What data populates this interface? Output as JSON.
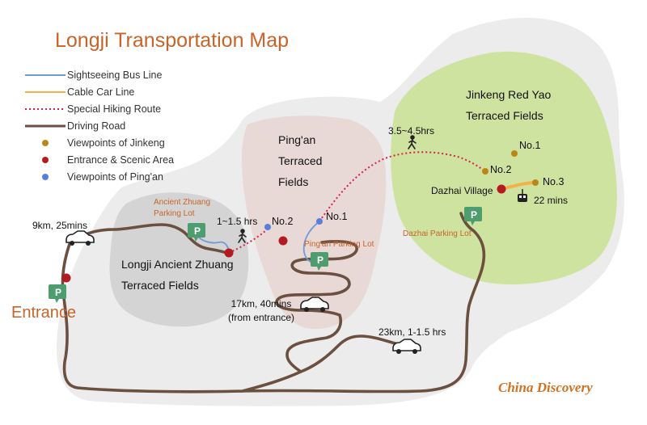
{
  "title": "Longji Transportation Map",
  "legend": [
    {
      "label": "Sightseeing Bus Line",
      "kind": "line",
      "color": "#6f9bd8"
    },
    {
      "label": "Cable Car Line",
      "kind": "line",
      "color": "#f5b04a"
    },
    {
      "label": "Special Hiking Route",
      "kind": "dotted",
      "color": "#d6204a"
    },
    {
      "label": "Driving Road",
      "kind": "line",
      "color": "#6b4f3f"
    },
    {
      "label": "Viewpoints of Jinkeng",
      "kind": "dot",
      "color": "#b8861a"
    },
    {
      "label": "Entrance & Scenic Area",
      "kind": "dot",
      "color": "#b51a20"
    },
    {
      "label": "Viewpoints of Ping'an",
      "kind": "dot",
      "color": "#5a7ee0"
    }
  ],
  "regions": {
    "jinkeng": {
      "line1": "Jinkeng Red Yao",
      "line2": "Terraced Fields"
    },
    "pingan": {
      "line1": "Ping'an",
      "line2": "Terraced",
      "line3": "Fields"
    },
    "zhuang": {
      "line1": "Longji Ancient Zhuang",
      "line2": "Terraced Fields"
    }
  },
  "parking": {
    "zhuang": {
      "line1": "Ancient Zhuang",
      "line2": "Parking Lot"
    },
    "pingan": "Ping'an Parking Lot",
    "dazhai": "Dazhai Parking Lot",
    "icon_letter": "P"
  },
  "viewpoints": {
    "jinkeng_no1": "No.1",
    "jinkeng_no2": "No.2",
    "jinkeng_no3": "No.3",
    "pingan_no1": "No.1",
    "pingan_no2": "No.2"
  },
  "places": {
    "dazhai": "Dazhai Village",
    "entrance": "Entrance"
  },
  "notes": {
    "hike_jinkeng": "3.5~4.5hrs",
    "hike_zhuang": "1~1.5 hrs",
    "cable_car": "22  mins",
    "drive_entrance": "9km, 25mins",
    "drive_pingan": "17km, 40mins",
    "drive_pingan_sub": "(from entrance)",
    "drive_dazhai": "23km, 1-1.5 hrs"
  },
  "brand": "China Discovery",
  "colors": {
    "title": "#c8642a",
    "jinkeng_area": "#cfe3a0",
    "pingan_area": "#e8d8d6",
    "zhuang_area": "#d4d4d4",
    "map_base": "#ececec",
    "road": "#6b4f3f",
    "parking": "#4e9d6e"
  }
}
